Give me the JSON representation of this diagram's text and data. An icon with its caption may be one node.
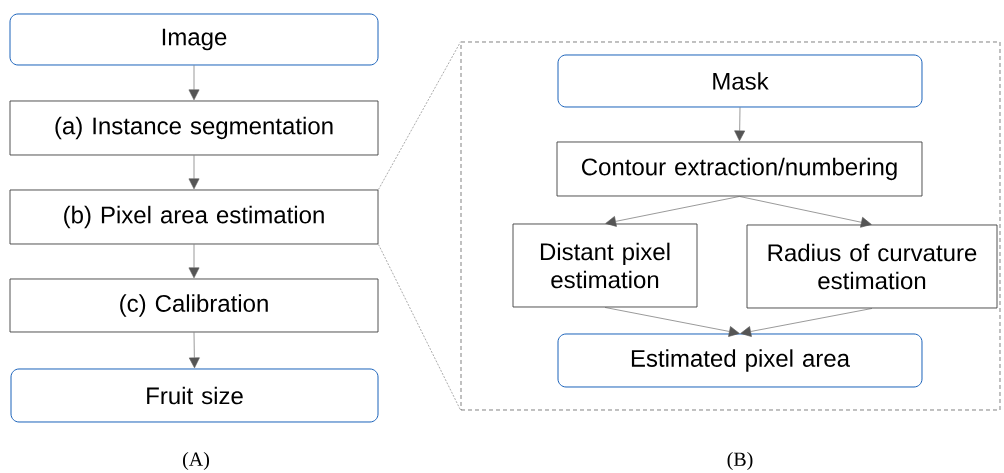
{
  "diagram": {
    "nodes": [
      {
        "text": [
          "Image"
        ]
      },
      {
        "text": [
          "(a) Instance segmentation"
        ]
      },
      {
        "text": [
          "(b) Pixel area estimation"
        ]
      },
      {
        "text": [
          "(c) Calibration"
        ]
      },
      {
        "text": [
          "Fruit size"
        ]
      },
      {
        "text": [],
        "shape": "box"
      },
      {
        "text": [
          "Mask"
        ],
        "in": 5
      },
      {
        "text": [
          "Contour extraction/numbering"
        ],
        "in": 5
      },
      {
        "text": [
          "Distant pixel estimation"
        ],
        "in": 5
      },
      {
        "text": [
          "Radius of curvature estimation"
        ],
        "in": 5
      },
      {
        "text": [
          "Estimated pixel area"
        ],
        "in": 5
      }
    ],
    "edges": [
      {
        "from": 0,
        "to": 1,
        "arrow": "to"
      },
      {
        "from": 1,
        "to": 2,
        "arrow": "to"
      },
      {
        "from": 2,
        "to": 3,
        "arrow": "to"
      },
      {
        "from": 3,
        "to": 4,
        "arrow": "to"
      },
      {
        "from": 2,
        "to": 5,
        "arrow": "none",
        "style": "dashed"
      },
      {
        "from": 2,
        "to": 5,
        "arrow": "none",
        "style": "dashed"
      },
      {
        "from": 6,
        "to": 7,
        "arrow": "to"
      },
      {
        "from": 7,
        "to": 8,
        "arrow": "to"
      },
      {
        "from": 7,
        "to": 9,
        "arrow": "to"
      },
      {
        "from": 8,
        "to": 10,
        "arrow": "to"
      },
      {
        "from": 9,
        "to": 10,
        "arrow": "to"
      }
    ],
    "labels": [
      "(A)",
      "(B)"
    ]
  }
}
